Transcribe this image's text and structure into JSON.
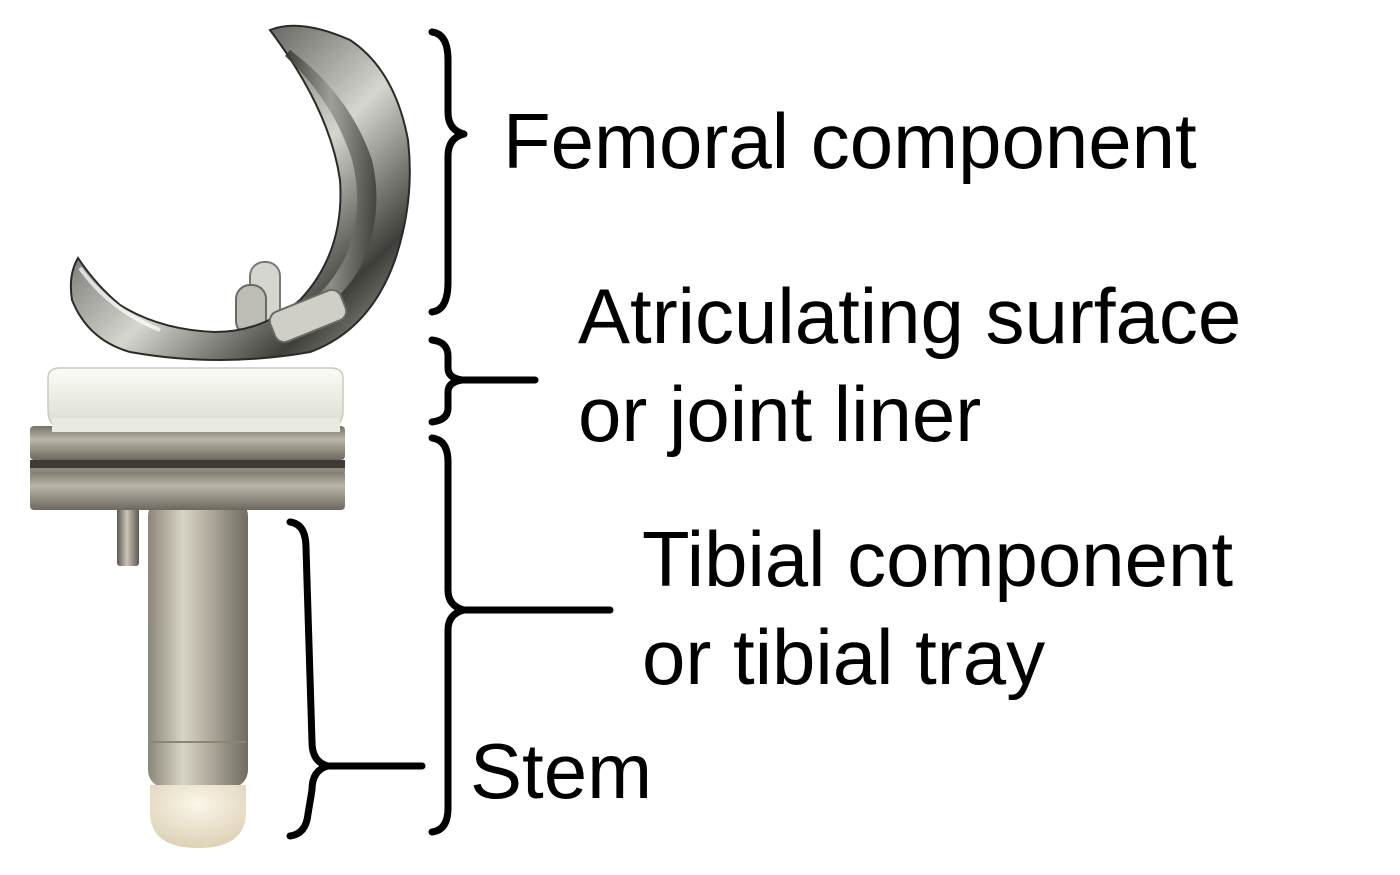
{
  "labels": {
    "femoral": [
      "Femoral component"
    ],
    "articulating": [
      "Atriculating surface",
      "or joint liner"
    ],
    "tibial": [
      "Tibial component",
      "or tibial tray"
    ],
    "stem": [
      "Stem"
    ]
  },
  "colors": {
    "background": "#ffffff",
    "bracket": "#000000",
    "metal_dark": "#4a4a48",
    "metal_light": "#e6e6e2",
    "tray_metal": "#9c978a",
    "liner": "#f3f4ec",
    "stem_tip": "#f2ead6"
  }
}
